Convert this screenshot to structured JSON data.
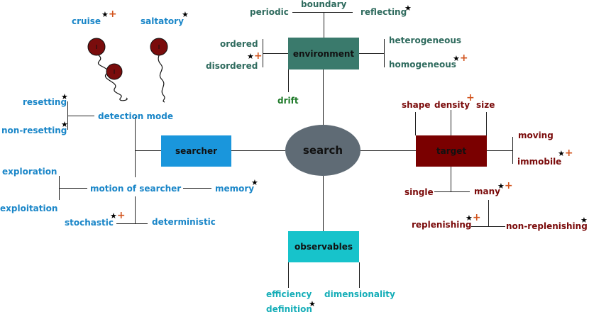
{
  "center": "search",
  "environment": {
    "title": "environment",
    "boundary": "boundary",
    "periodic": "periodic",
    "reflecting": "reflecting",
    "ordered": "ordered",
    "disordered": "disordered",
    "heterogeneous": "heterogeneous",
    "homogeneous": "homogeneous",
    "drift": "drift"
  },
  "target": {
    "title": "target",
    "shape": "shape",
    "density": "density",
    "size": "size",
    "moving": "moving",
    "immobile": "immobile",
    "single": "single",
    "many": "many",
    "replenishing": "replenishing",
    "non_replenishing": "non-replenishing"
  },
  "searcher": {
    "title": "searcher",
    "cruise": "cruise",
    "saltatory": "saltatory",
    "detection_mode": "detection mode",
    "resetting": "resetting",
    "non_resetting": "non-resetting",
    "motion": "motion of searcher",
    "exploration": "exploration",
    "exploitation": "exploitation",
    "memory": "memory",
    "stochastic": "stochastic",
    "deterministic": "deterministic"
  },
  "observables": {
    "title": "observables",
    "efficiency": "efficiency",
    "definition": "definition",
    "dimensionality": "dimensionality"
  },
  "markers": {
    "star": "★",
    "plus": "+"
  },
  "colors": {
    "environment_box": "#3a7a6c",
    "target_box": "#7a0000",
    "searcher_box": "#1a96dc",
    "observables_box": "#17c3cb",
    "center_ellipse": "#5f6b75",
    "particle": "#7a0c0c"
  }
}
